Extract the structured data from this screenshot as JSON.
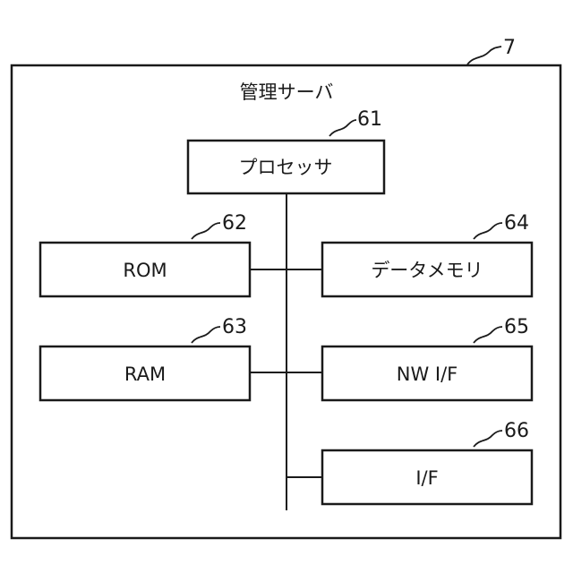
{
  "server": {
    "ref": "7",
    "title": "管理サーバ"
  },
  "components": {
    "processor": {
      "label": "プロセッサ",
      "ref": "61"
    },
    "rom": {
      "label": "ROM",
      "ref": "62"
    },
    "ram": {
      "label": "RAM",
      "ref": "63"
    },
    "data_memory": {
      "label": "データメモリ",
      "ref": "64"
    },
    "nw_if": {
      "label": "NW I/F",
      "ref": "65"
    },
    "if": {
      "label": "I/F",
      "ref": "66"
    }
  }
}
